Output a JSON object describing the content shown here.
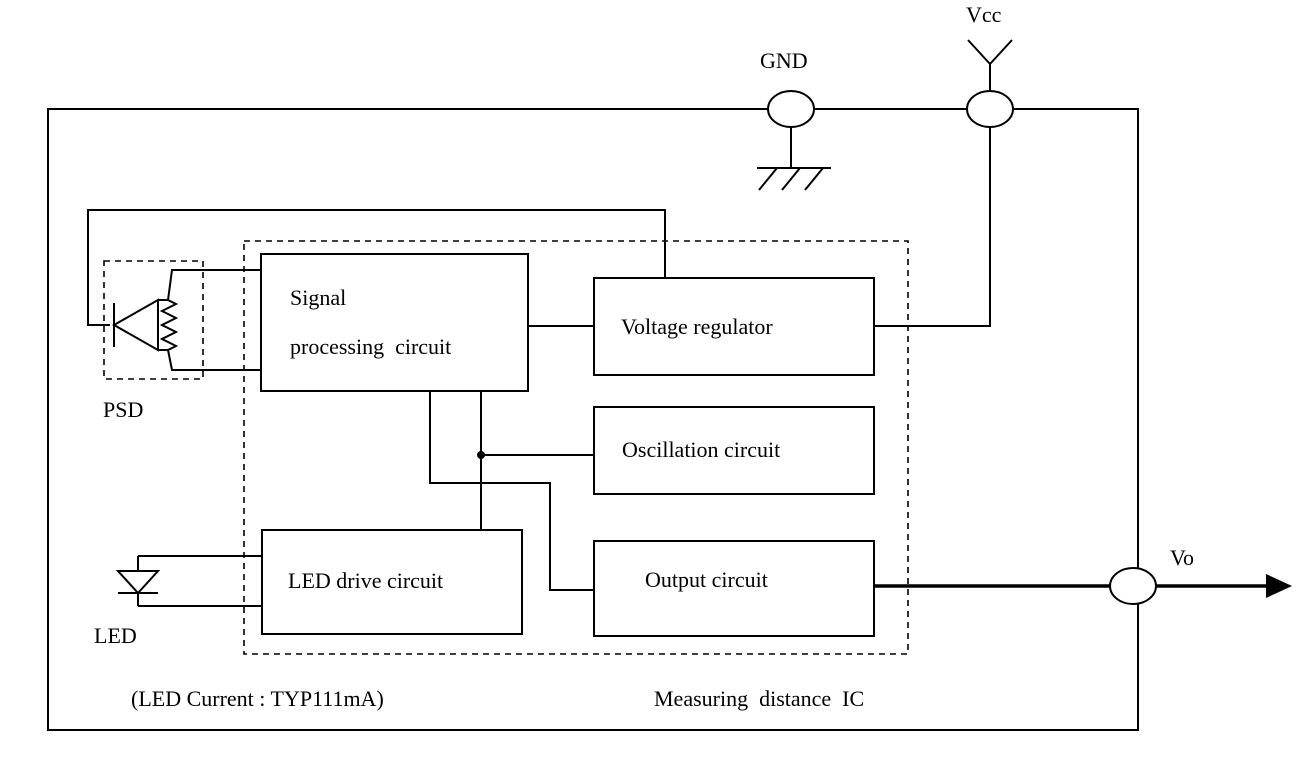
{
  "terminals": {
    "gnd": "GND",
    "vcc": "Vcc",
    "vo": "Vo"
  },
  "blocks": {
    "signal_processing": {
      "line1": "Signal",
      "line2": "processing  circuit"
    },
    "voltage_regulator": "Voltage regulator",
    "oscillation": "Oscillation circuit",
    "output": "Output circuit",
    "led_drive": "LED drive circuit"
  },
  "components": {
    "psd": "PSD",
    "led": "LED"
  },
  "notes": {
    "led_current": "(LED Current : TYP111mA)",
    "ic_label": "Measuring  distance  IC"
  }
}
